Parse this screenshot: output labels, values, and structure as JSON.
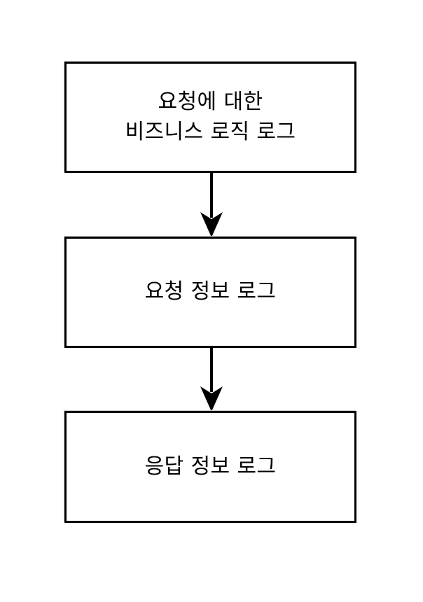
{
  "diagram": {
    "type": "flowchart",
    "orientation": "vertical",
    "title": "",
    "background_color": "#ffffff",
    "stroke_color": "#000000",
    "fill_color": "#ffffff",
    "text_color": "#000000",
    "nodes": [
      {
        "id": "node-1",
        "shape": "rectangle",
        "label": "요청에 대한\n비즈니스 로직 로그",
        "lines": [
          "요청에 대한",
          "비즈니스 로직 로그"
        ],
        "order": 1
      },
      {
        "id": "node-2",
        "shape": "rectangle",
        "label": "요청 정보 로그",
        "lines": [
          "요청 정보 로그"
        ],
        "order": 2
      },
      {
        "id": "node-3",
        "shape": "rectangle",
        "label": "응답 정보 로그",
        "lines": [
          "응답 정보 로그"
        ],
        "order": 3
      }
    ],
    "edges": [
      {
        "id": "connector-1",
        "from": "node-1",
        "to": "node-2",
        "direction": "down",
        "arrowhead": "filled-barbed",
        "label": ""
      },
      {
        "id": "connector-2",
        "from": "node-2",
        "to": "node-3",
        "direction": "down",
        "arrowhead": "filled-barbed",
        "label": ""
      }
    ]
  }
}
